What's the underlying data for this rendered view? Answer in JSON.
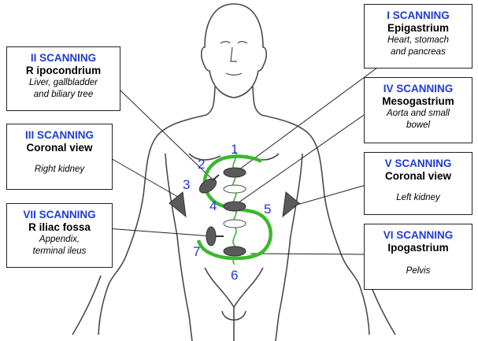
{
  "boxes": {
    "s1": {
      "title": "I SCANNING",
      "region": "Epigastrium",
      "organs": [
        "Heart, stomach",
        "and pancreas"
      ]
    },
    "s2": {
      "title": "II SCANNING",
      "region": "R ipocondrium",
      "organs": [
        "Liver, gallbladder",
        "and biliary tree"
      ]
    },
    "s3": {
      "title": "III SCANNING",
      "region": "Coronal view",
      "organs": [
        "",
        "Right kidney"
      ]
    },
    "s4": {
      "title": "IV SCANNING",
      "region": "Mesogastrium",
      "organs": [
        "Aorta and small",
        "bowel"
      ]
    },
    "s5": {
      "title": "V SCANNING",
      "region": "Coronal view",
      "organs": [
        "",
        "Left kidney"
      ]
    },
    "s6": {
      "title": "VI SCANNING",
      "region": "Ipogastrium",
      "organs": [
        "",
        "Pelvis"
      ]
    },
    "s7": {
      "title": "VII SCANNING",
      "region": "R iliac fossa",
      "organs": [
        "Appendix,",
        "terminal ileus"
      ]
    }
  },
  "markers": {
    "n1": "1",
    "n2": "2",
    "n3": "3",
    "n4": "4",
    "n5": "5",
    "n6": "6",
    "n7": "7"
  },
  "colors": {
    "label_blue": "#1f3bd6",
    "scan_path": "#3cb82e",
    "probe": "#5a5a5a",
    "outline": "#444444"
  }
}
